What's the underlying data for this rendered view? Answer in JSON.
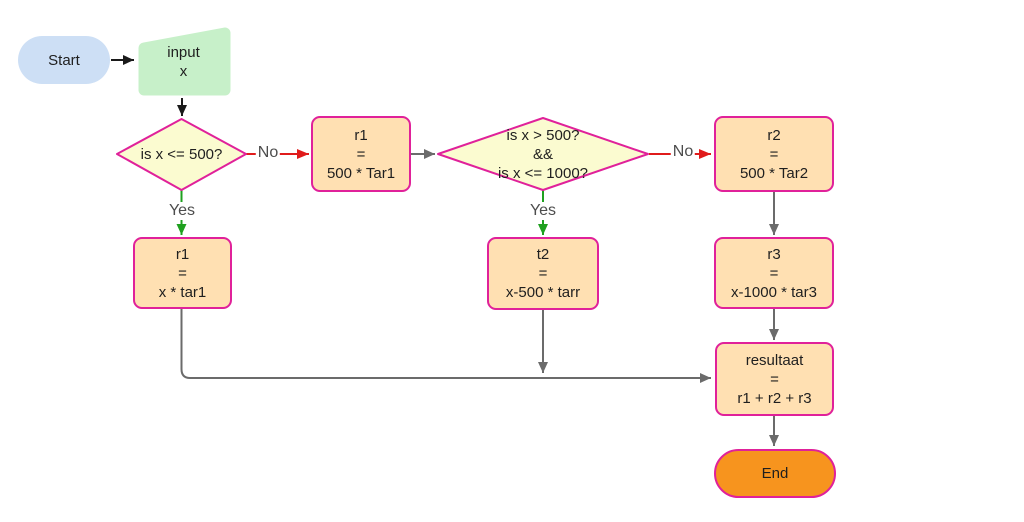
{
  "diagram": {
    "type": "flowchart",
    "description": "Tariff calculation flowchart"
  },
  "colors": {
    "start_fill": "#cddff5",
    "input_fill": "#c7f0c9",
    "decision_fill": "#fbfbd0",
    "process_fill": "#ffe0b2",
    "end_fill": "#f7941e",
    "shape_border": "#e0219a",
    "arrow_black": "#1a1a1a",
    "arrow_gray": "#6b6b6b",
    "arrow_red": "#e01b1b",
    "arrow_green": "#1fa01f",
    "edge_label_text": "#4d4d4d",
    "node_text": "#1f1f1f"
  },
  "nodes": {
    "start": {
      "label": "Start"
    },
    "input": {
      "lines": [
        "input",
        "x"
      ]
    },
    "decision1": {
      "lines": [
        "is x <= 500?"
      ]
    },
    "r1_no": {
      "lines": [
        "r1",
        "=",
        "500 * Tar1"
      ]
    },
    "decision2": {
      "lines": [
        "is x > 500?",
        "&&",
        "is x <= 1000?"
      ]
    },
    "r2": {
      "lines": [
        "r2",
        "=",
        "500 * Tar2"
      ]
    },
    "r1_yes": {
      "lines": [
        "r1",
        "=",
        "x * tar1"
      ]
    },
    "t2": {
      "lines": [
        "t2",
        "=",
        "x-500 * tarr"
      ]
    },
    "r3": {
      "lines": [
        "r3",
        "=",
        "x-1000 * tar3"
      ]
    },
    "resultaat": {
      "lines": [
        "resultaat",
        "=",
        "r1 + r2 + r3"
      ]
    },
    "end": {
      "label": "End"
    }
  },
  "edge_labels": {
    "no1": "No",
    "yes1": "Yes",
    "no2": "No",
    "yes2": "Yes"
  }
}
